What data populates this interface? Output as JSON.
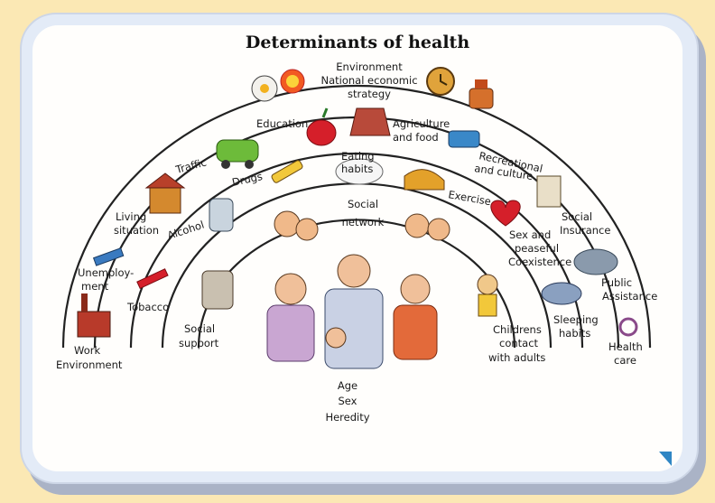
{
  "title": "Determinants of health",
  "colors": {
    "background": "#fbe8b4",
    "frame": "#e3ebf7",
    "card": "#fffefc",
    "accent": "#2f86c4"
  },
  "layers": {
    "outer": [
      "Environment",
      "National economic",
      "strategy"
    ],
    "education": "Education",
    "agriculture": [
      "Agriculture",
      "and food"
    ],
    "recreational": [
      "Recreational",
      "and culture"
    ],
    "traffic": "Traffic",
    "living": [
      "Living",
      "situation"
    ],
    "social_insurance": [
      "Social",
      "Insurance"
    ],
    "unemployment": [
      "Unemploy-",
      "ment"
    ],
    "public_assistance": [
      "Public",
      "Assistance"
    ],
    "work": [
      "Work",
      "Environment"
    ],
    "health_care": [
      "Health",
      "care"
    ],
    "drugs": "Drugs",
    "eating": [
      "Eating",
      "habits"
    ],
    "alcohol": "Alcohol",
    "exercise": "Exercise",
    "sex_coexistence": [
      "Sex and",
      "peaseful",
      "Coexistence"
    ],
    "tobacco": "Tobacco",
    "sleeping": [
      "Sleeping",
      "habits"
    ],
    "social_network": [
      "Social",
      "network"
    ],
    "social_support": [
      "Social",
      "support"
    ],
    "childrens_contact": [
      "Childrens",
      "contact",
      "with adults"
    ],
    "core": [
      "Age",
      "Sex",
      "Heredity"
    ]
  }
}
